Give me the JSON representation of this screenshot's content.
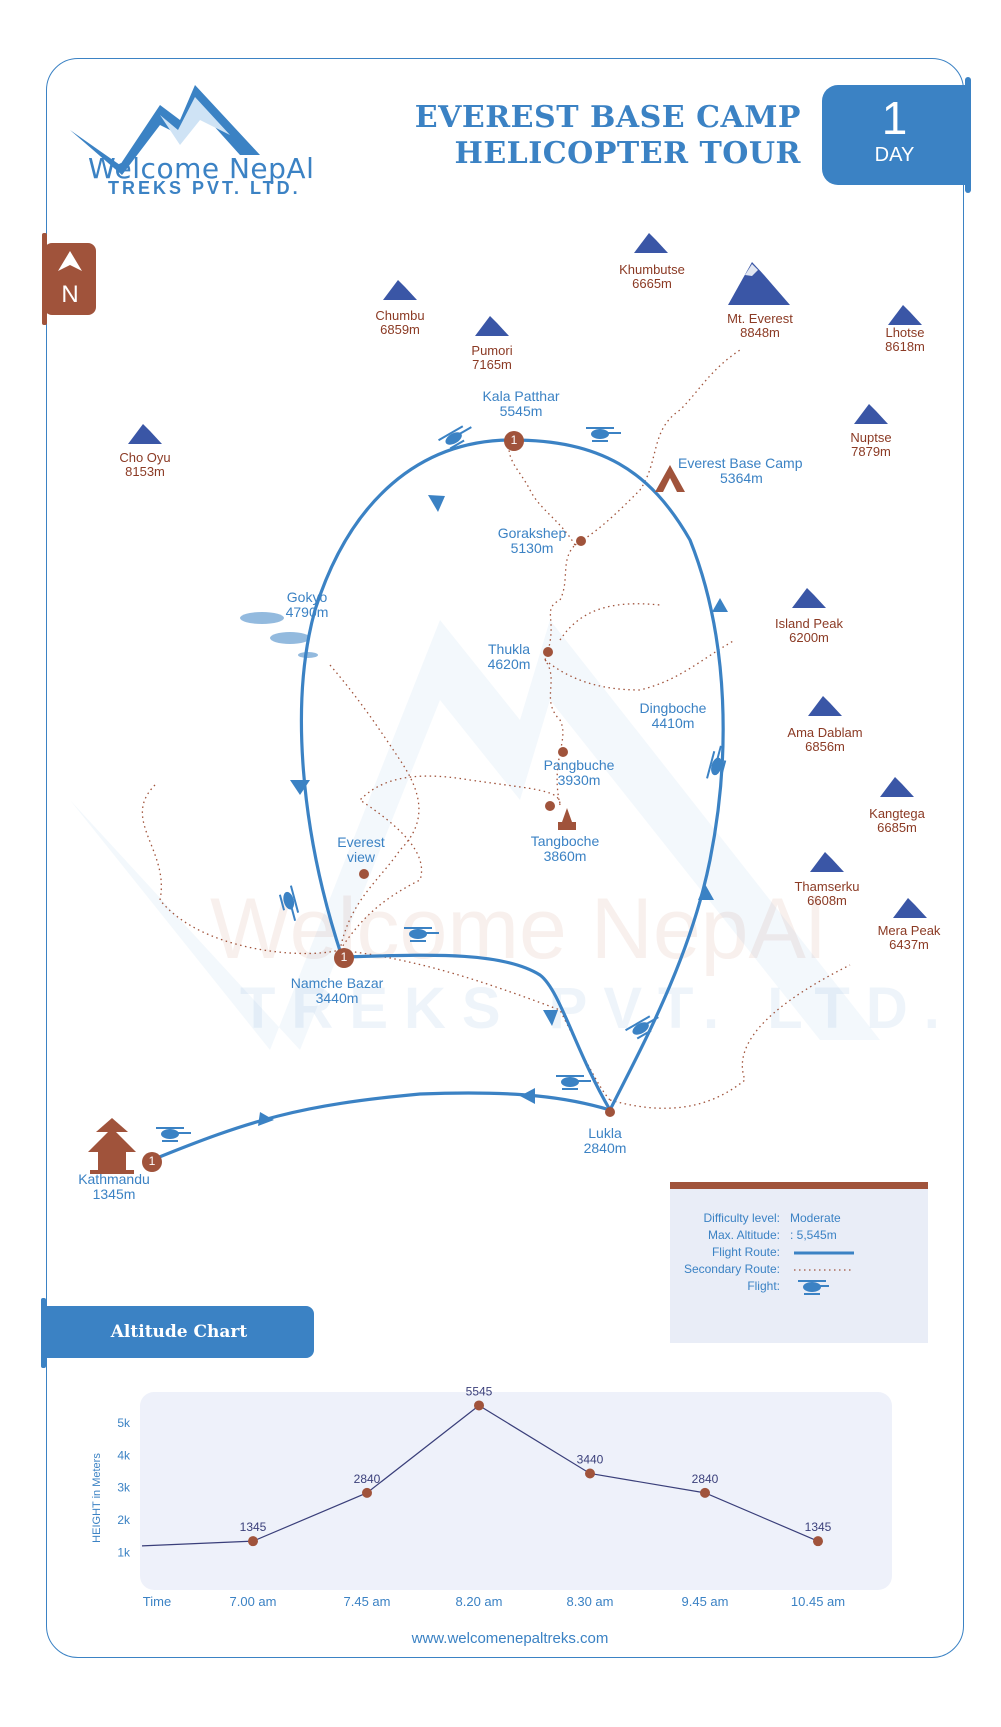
{
  "title": {
    "line1": "EVEREST BASE CAMP",
    "line2": "HELICOPTER TOUR"
  },
  "day_flag": {
    "number": "1",
    "unit": "DAY"
  },
  "logo": {
    "line1": "Welcome NepAl",
    "line2": "TREKS PVT. LTD."
  },
  "watermark": {
    "line1": "Welcome NepAl",
    "line2": "TREKS PVT. LTD."
  },
  "north_label": "N",
  "colors": {
    "blue": "#3b82c4",
    "brown": "#a0533b",
    "mountain": "#3a56a6"
  },
  "peaks": [
    {
      "name": "Khumbutse",
      "alt": "6665m"
    },
    {
      "name": "Chumbu",
      "alt": "6859m"
    },
    {
      "name": "Pumori",
      "alt": "7165m"
    },
    {
      "name": "Mt. Everest",
      "alt": "8848m"
    },
    {
      "name": "Lhotse",
      "alt": "8618m"
    },
    {
      "name": "Nuptse",
      "alt": "7879m"
    },
    {
      "name": "Cho Oyu",
      "alt": "8153m"
    },
    {
      "name": "Island Peak",
      "alt": "6200m"
    },
    {
      "name": "Ama Dablam",
      "alt": "6856m"
    },
    {
      "name": "Kangtega",
      "alt": "6685m"
    },
    {
      "name": "Thamserku",
      "alt": "6608m"
    },
    {
      "name": "Mera Peak",
      "alt": "6437m"
    }
  ],
  "places": [
    {
      "name": "Kala Patthar",
      "alt": "5545m"
    },
    {
      "name": "Everest Base Camp",
      "alt": "5364m"
    },
    {
      "name": "Gorakshep",
      "alt": "5130m"
    },
    {
      "name": "Gokyo",
      "alt": "4790m"
    },
    {
      "name": "Thukla",
      "alt": "4620m"
    },
    {
      "name": "Dingboche",
      "alt": "4410m"
    },
    {
      "name": "Pangbuche",
      "alt": "3930m"
    },
    {
      "name": "Tangboche",
      "alt": "3860m"
    },
    {
      "name": "Everest",
      "alt": "view"
    },
    {
      "name": "Namche Bazar",
      "alt": "3440m"
    },
    {
      "name": "Lukla",
      "alt": "2840m"
    },
    {
      "name": "Kathmandu",
      "alt": "1345m"
    }
  ],
  "stop_badges": [
    "1",
    "1",
    "1"
  ],
  "legend": {
    "difficulty_label": "Difficulty level:",
    "difficulty_value": "Moderate",
    "max_alt_label": "Max. Altitude:",
    "max_alt_value": ": 5,545m",
    "flight_route_label": "Flight Route:",
    "secondary_route_label": "Secondary Route:",
    "flight_label": "Flight:"
  },
  "altitude_chart_title": "Altitude Chart",
  "chart_data": {
    "type": "line",
    "ylabel": "HEIGHT in Meters",
    "xlabel": "Time",
    "yticks": [
      "1k",
      "2k",
      "3k",
      "4k",
      "5k"
    ],
    "ylim": [
      700,
      5900
    ],
    "categories": [
      "7.00 am",
      "7.45 am",
      "8.20 am",
      "8.30 am",
      "9.45 am",
      "10.45 am"
    ],
    "values": [
      1345,
      2840,
      5545,
      3440,
      2840,
      1345
    ],
    "data_labels": [
      "1345",
      "2840",
      "5545",
      "3440",
      "2840",
      "1345"
    ],
    "start_value": 1200
  },
  "website": "www.welcomenepaltreks.com"
}
